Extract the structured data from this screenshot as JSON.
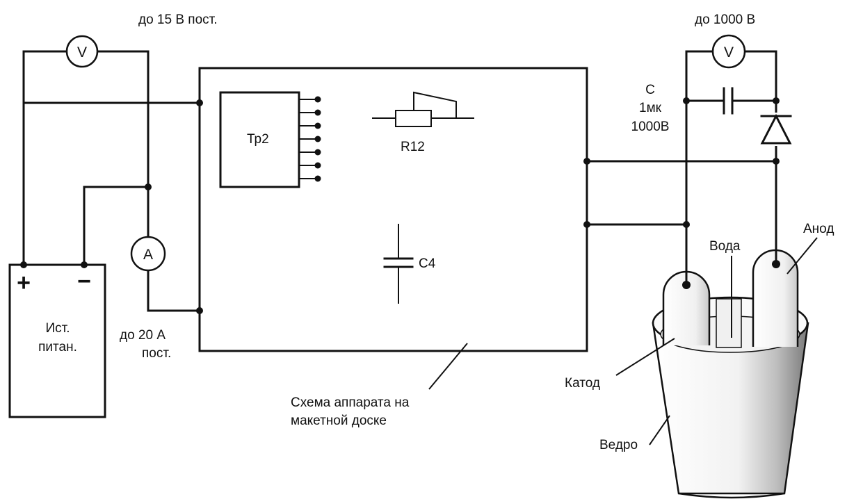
{
  "labels": {
    "voltmeter_left_range": "до 15 В пост.",
    "voltmeter_right_range": "до 1000 В",
    "ammeter_range_line1": "до 20 А",
    "ammeter_range_line2": "пост.",
    "power_supply_line1": "Ист.",
    "power_supply_line2": "питан.",
    "plus_sign": "+",
    "minus_sign": "−",
    "transformer": "Тр2",
    "resistor": "R12",
    "board_capacitor": "С4",
    "cap_line1": "С",
    "cap_line2": "1мк",
    "cap_line3": "1000В",
    "anode": "Анод",
    "water": "Вода",
    "cathode": "Катод",
    "bucket": "Ведро",
    "board_line1": "Схема аппарата на",
    "board_line2": "макетной доске"
  },
  "meters": {
    "voltmeter_symbol": "V",
    "ammeter_symbol": "A"
  },
  "colors": {
    "wire": "#111111",
    "background": "#ffffff"
  }
}
